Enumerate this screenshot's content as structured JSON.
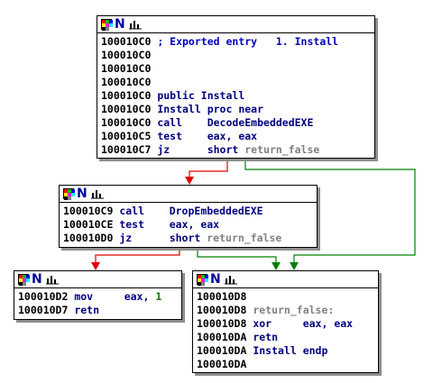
{
  "edge_colors": {
    "taken": "#008000",
    "not_taken": "#e00000"
  },
  "header_icons": [
    "color-grid-icon",
    "n-icon",
    "chart-icon"
  ],
  "nodes": [
    {
      "id": "node-install-entry",
      "lines": [
        {
          "addr": "100010C0",
          "parts": [
            {
              "t": " ; Exported entry   1. Install",
              "c": "cmt"
            }
          ]
        },
        {
          "addr": "100010C0",
          "parts": []
        },
        {
          "addr": "100010C0",
          "parts": []
        },
        {
          "addr": "100010C0",
          "parts": []
        },
        {
          "addr": "100010C0",
          "parts": [
            {
              "t": " public Install",
              "c": "kw"
            }
          ]
        },
        {
          "addr": "100010C0",
          "parts": [
            {
              "t": " Install proc near",
              "c": "kw"
            }
          ]
        },
        {
          "addr": "100010C0",
          "parts": [
            {
              "t": " call    ",
              "c": "op"
            },
            {
              "t": "DecodeEmbeddedEXE",
              "c": "sym"
            }
          ]
        },
        {
          "addr": "100010C5",
          "parts": [
            {
              "t": " test    ",
              "c": "op"
            },
            {
              "t": "eax, eax",
              "c": "sym"
            }
          ]
        },
        {
          "addr": "100010C7",
          "parts": [
            {
              "t": " jz      ",
              "c": "op"
            },
            {
              "t": "short ",
              "c": "sym"
            },
            {
              "t": "return_false",
              "c": "grey"
            }
          ]
        }
      ]
    },
    {
      "id": "node-drop",
      "lines": [
        {
          "addr": "100010C9",
          "parts": [
            {
              "t": " call    ",
              "c": "op"
            },
            {
              "t": "DropEmbeddedEXE",
              "c": "sym"
            }
          ]
        },
        {
          "addr": "100010CE",
          "parts": [
            {
              "t": " test    ",
              "c": "op"
            },
            {
              "t": "eax, eax",
              "c": "sym"
            }
          ]
        },
        {
          "addr": "100010D0",
          "parts": [
            {
              "t": " jz      ",
              "c": "op"
            },
            {
              "t": "short ",
              "c": "sym"
            },
            {
              "t": "return_false",
              "c": "grey"
            }
          ]
        }
      ]
    },
    {
      "id": "node-return-true",
      "lines": [
        {
          "addr": "100010D2",
          "parts": [
            {
              "t": " mov     ",
              "c": "op"
            },
            {
              "t": "eax, ",
              "c": "sym"
            },
            {
              "t": "1",
              "c": "num"
            }
          ]
        },
        {
          "addr": "100010D7",
          "parts": [
            {
              "t": " retn",
              "c": "op"
            }
          ]
        }
      ]
    },
    {
      "id": "node-return-false",
      "lines": [
        {
          "addr": "100010D8",
          "parts": []
        },
        {
          "addr": "100010D8",
          "parts": [
            {
              "t": " return_false:",
              "c": "grey"
            }
          ]
        },
        {
          "addr": "100010D8",
          "parts": [
            {
              "t": " xor     ",
              "c": "op"
            },
            {
              "t": "eax, eax",
              "c": "sym"
            }
          ]
        },
        {
          "addr": "100010DA",
          "parts": [
            {
              "t": " retn",
              "c": "op"
            }
          ]
        },
        {
          "addr": "100010DA",
          "parts": [
            {
              "t": " Install endp",
              "c": "kw"
            }
          ]
        },
        {
          "addr": "100010DA",
          "parts": []
        }
      ]
    }
  ]
}
